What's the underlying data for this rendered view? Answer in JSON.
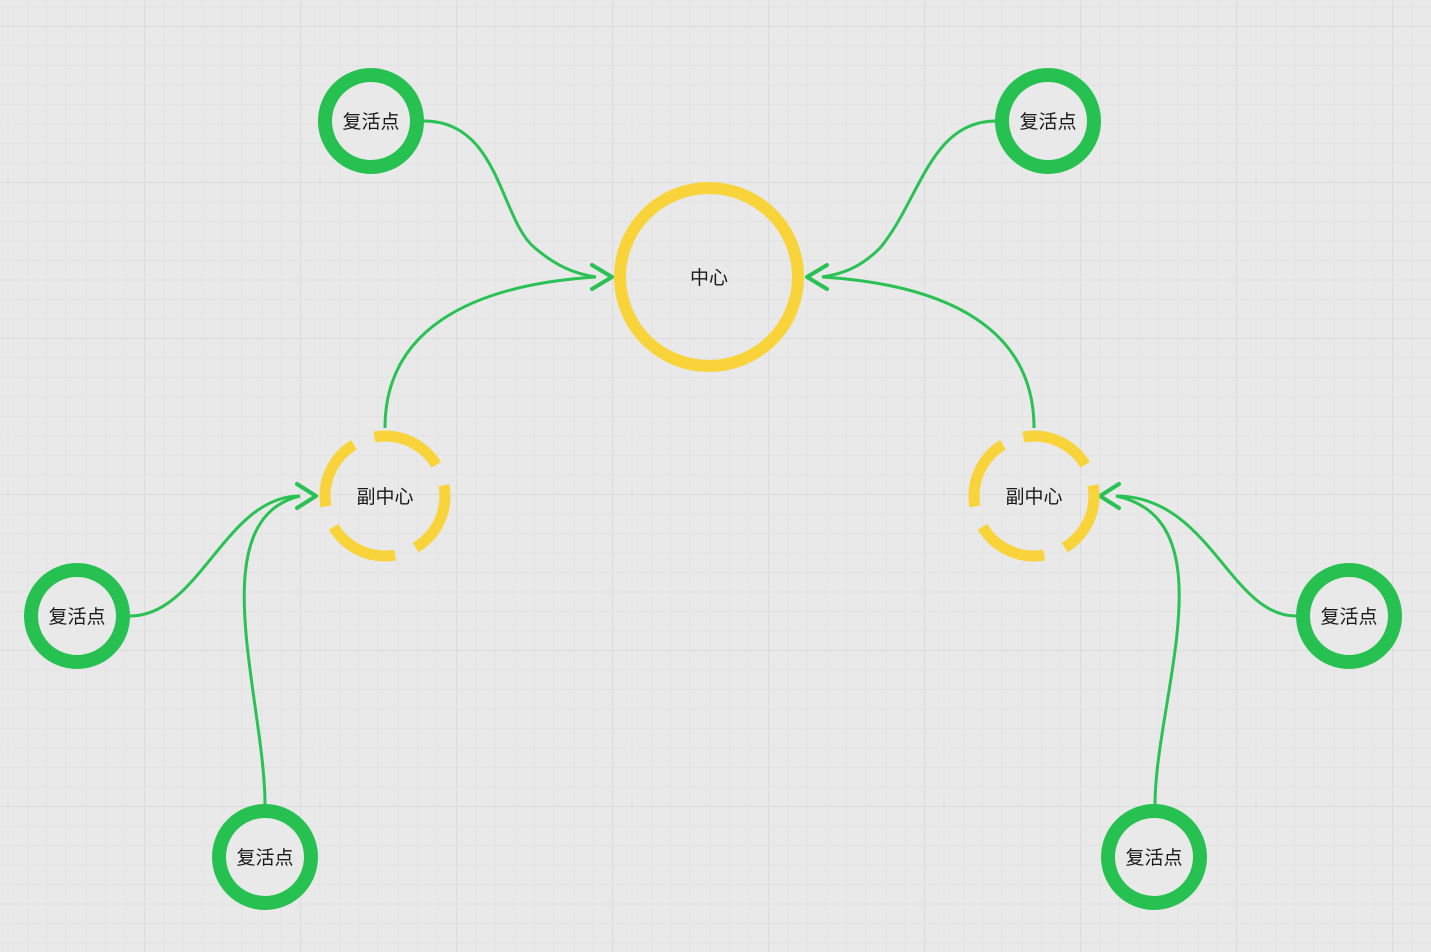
{
  "colors": {
    "background": "#e9e9e9",
    "respawn": "#27c152",
    "center": "#f8d33a",
    "edge": "#2ac155",
    "text": "#1a1a1a"
  },
  "nodes": {
    "center": {
      "label": "中心"
    },
    "subcenter_left": {
      "label": "副中心"
    },
    "subcenter_right": {
      "label": "副中心"
    },
    "respawn_top_left": {
      "label": "复活点"
    },
    "respawn_top_right": {
      "label": "复活点"
    },
    "respawn_mid_left": {
      "label": "复活点"
    },
    "respawn_bottom_left": {
      "label": "复活点"
    },
    "respawn_mid_right": {
      "label": "复活点"
    },
    "respawn_bottom_right": {
      "label": "复活点"
    }
  },
  "edges": [
    {
      "from": "respawn_top_left",
      "to": "center"
    },
    {
      "from": "respawn_top_right",
      "to": "center"
    },
    {
      "from": "subcenter_left",
      "to": "center"
    },
    {
      "from": "subcenter_right",
      "to": "center"
    },
    {
      "from": "respawn_mid_left",
      "to": "subcenter_left"
    },
    {
      "from": "respawn_bottom_left",
      "to": "subcenter_left"
    },
    {
      "from": "respawn_mid_right",
      "to": "subcenter_right"
    },
    {
      "from": "respawn_bottom_right",
      "to": "subcenter_right"
    }
  ]
}
